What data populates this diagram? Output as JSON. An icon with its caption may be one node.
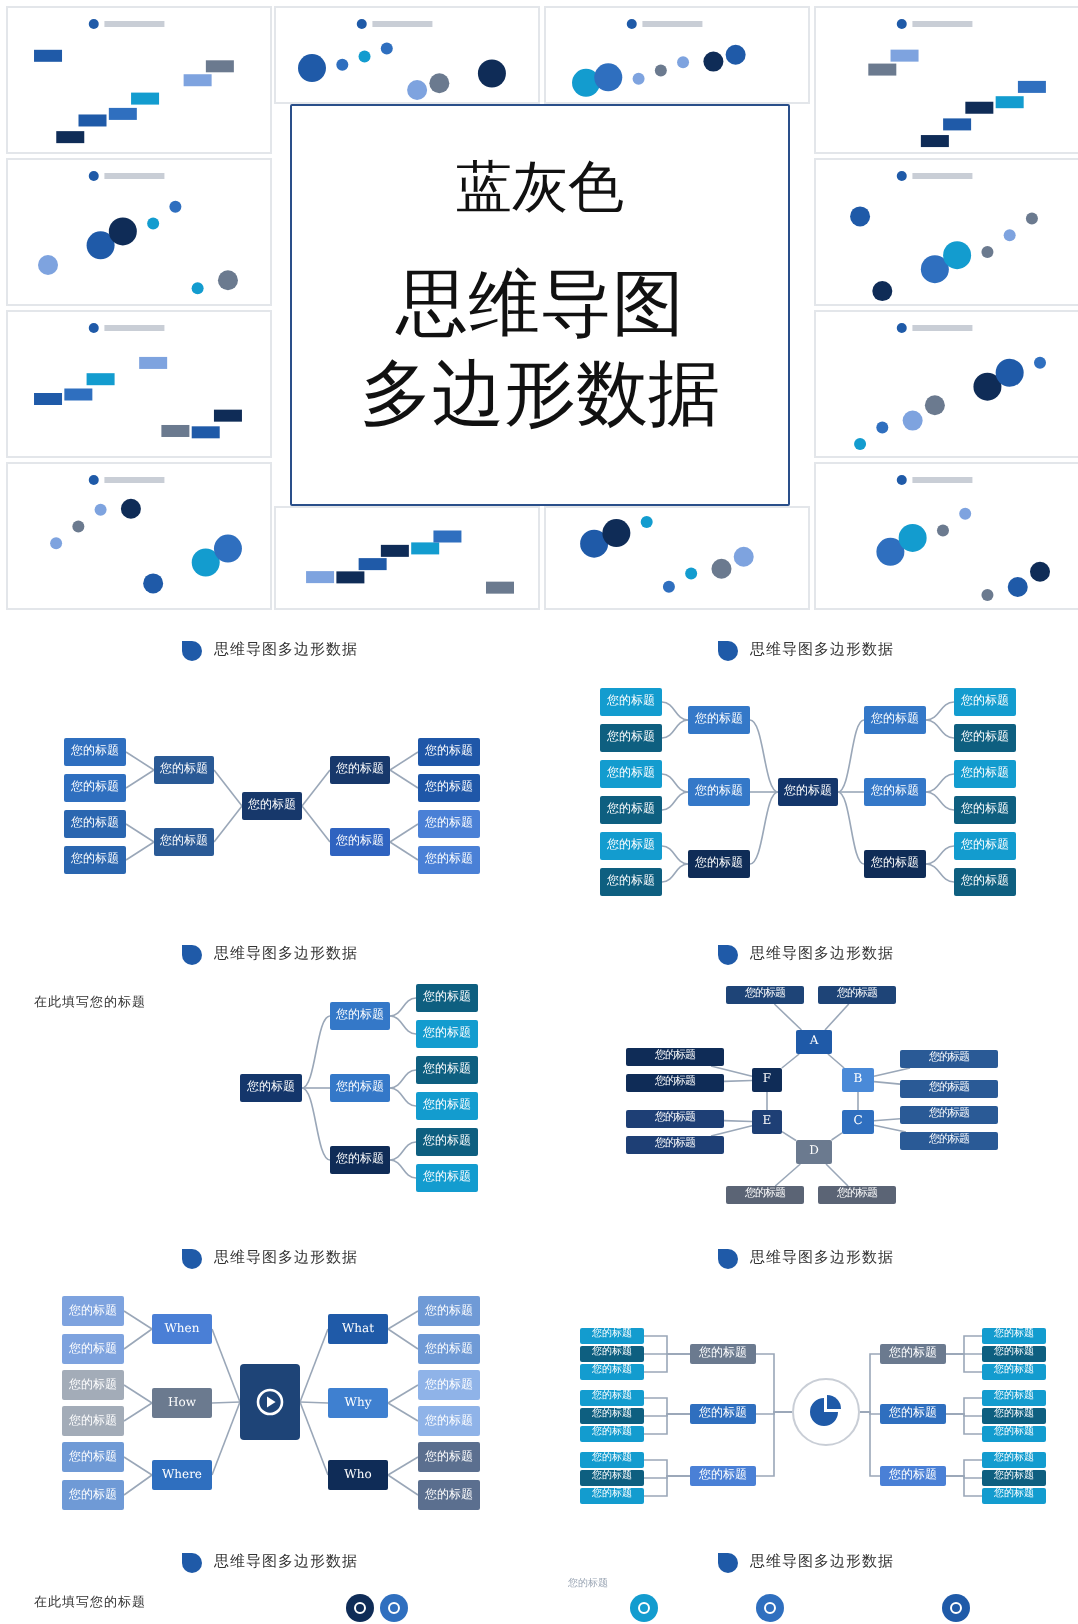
{
  "diagram": {
    "nodes": [
      {
        "text": [
          "蓝灰色",
          "思维导图",
          "多边形数据"
        ]
      },
      {
        "text": [
          "您的标题"
        ]
      },
      {
        "text": [
          "您的标题"
        ]
      },
      {
        "text": [
          "您的标题"
        ]
      },
      {
        "text": [
          "您的标题"
        ]
      },
      {
        "text": [
          "您的标题"
        ]
      },
      {
        "text": [
          "您的标题"
        ]
      },
      {
        "text": [
          "您的标题"
        ]
      },
      {
        "text": [
          "您的标题"
        ]
      },
      {
        "text": [
          "您的标题"
        ]
      },
      {
        "text": [
          "您的标题"
        ]
      },
      {
        "text": [
          "您的标题"
        ]
      },
      {
        "text": [
          "您的标题"
        ]
      },
      {
        "text": [
          "您的标题"
        ]
      },
      {
        "text": [
          "您的标题"
        ]
      },
      {
        "text": [
          "您的标题"
        ]
      },
      {
        "text": [
          "您的标题"
        ]
      },
      {
        "text": [
          "您的标题"
        ]
      },
      {
        "text": [
          "您的标题"
        ]
      },
      {
        "text": [
          "您的标题"
        ]
      },
      {
        "text": [
          "您的标题"
        ]
      },
      {
        "text": [
          "您的标题"
        ]
      },
      {
        "text": [
          "您的标题"
        ]
      },
      {
        "text": [
          "您的标题"
        ]
      },
      {
        "text": [
          "您的标题"
        ]
      },
      {
        "text": [
          "您的标题"
        ]
      },
      {
        "text": [
          "您的标题"
        ]
      },
      {
        "text": [
          "您的标题"
        ]
      },
      {
        "text": [
          "您的标题"
        ]
      },
      {
        "text": [
          "您的标题"
        ]
      },
      {
        "text": [
          "您的标题"
        ]
      },
      {
        "text": [
          "您的标题"
        ]
      },
      {
        "text": [
          "您的标题"
        ]
      },
      {
        "text": [
          "您的标题"
        ]
      },
      {
        "text": [
          "您的标题"
        ]
      },
      {
        "text": [
          "您的标题"
        ]
      },
      {
        "text": [
          "您的标题"
        ]
      },
      {
        "text": [
          "您的标题"
        ]
      },
      {
        "text": [
          "您的标题"
        ]
      },
      {
        "text": [
          "您的标题"
        ]
      },
      {
        "text": [
          "您的标题"
        ]
      },
      {
        "text": [
          "您的标题"
        ]
      },
      {
        "text": [
          "您的标题"
        ]
      },
      {
        "text": [
          "您的标题"
        ]
      },
      {
        "text": [
          "您的标题"
        ]
      },
      {
        "text": [
          "A"
        ]
      },
      {
        "text": [
          "您的标题"
        ]
      },
      {
        "text": [
          "您的标题"
        ]
      },
      {
        "text": [
          "F"
        ]
      },
      {
        "text": [
          "B"
        ]
      },
      {
        "text": [
          "您的标题"
        ]
      },
      {
        "text": [
          "您的标题"
        ]
      },
      {
        "text": [
          "您的标题"
        ]
      },
      {
        "text": [
          "您的标题"
        ]
      },
      {
        "text": [
          "E"
        ]
      },
      {
        "text": [
          "C"
        ]
      },
      {
        "text": [
          "您的标题"
        ]
      },
      {
        "text": [
          "您的标题"
        ]
      },
      {
        "text": [
          "D"
        ]
      },
      {
        "text": [
          "您的标题"
        ]
      },
      {
        "text": [
          "您的标题"
        ]
      },
      {
        "text": [
          "您的标题"
        ]
      },
      {
        "text": [
          "您的标题"
        ]
      },
      {
        "text": [
          "您的标题"
        ]
      },
      {
        "text": [
          "您的标题"
        ]
      },
      {
        "text": [
          "您的标题"
        ]
      },
      {
        "text": [
          "您的标题"
        ]
      },
      {
        "text": [
          "When"
        ]
      },
      {
        "text": [
          "How"
        ]
      },
      {
        "text": [
          "Where"
        ]
      },
      {
        "text": [],
        "shape": "box"
      },
      {
        "text": [
          "What"
        ]
      },
      {
        "text": [
          "Why"
        ]
      },
      {
        "text": [
          "Who"
        ]
      },
      {
        "text": [
          "您的标题"
        ]
      },
      {
        "text": [
          "您的标题"
        ]
      },
      {
        "text": [
          "您的标题"
        ]
      },
      {
        "text": [
          "您的标题"
        ]
      },
      {
        "text": [
          "您的标题"
        ]
      },
      {
        "text": [
          "您的标题"
        ]
      },
      {
        "text": [
          "您的标题"
        ]
      },
      {
        "text": [
          "您的标题"
        ]
      },
      {
        "text": [
          "您的标题"
        ]
      },
      {
        "text": [
          "您的标题"
        ]
      },
      {
        "text": [
          "您的标题"
        ]
      },
      {
        "text": [
          "您的标题"
        ]
      },
      {
        "text": [
          "您的标题"
        ]
      },
      {
        "text": [
          "您的标题"
        ]
      },
      {
        "text": [
          "您的标题"
        ]
      },
      {
        "text": [
          "您的标题"
        ]
      },
      {
        "text": [
          "您的标题"
        ]
      },
      {
        "text": [
          "您的标题"
        ]
      },
      {
        "text": [],
        "shape": "circle"
      },
      {
        "text": [
          "您的标题"
        ]
      },
      {
        "text": [
          "您的标题"
        ]
      },
      {
        "text": [
          "您的标题"
        ]
      },
      {
        "text": [
          "您的标题"
        ]
      },
      {
        "text": [
          "您的标题"
        ]
      },
      {
        "text": [
          "您的标题"
        ]
      },
      {
        "text": [
          "您的标题"
        ]
      },
      {
        "text": [
          "您的标题"
        ]
      },
      {
        "text": [
          "您的标题"
        ]
      },
      {
        "text": [
          "您的标题"
        ]
      },
      {
        "text": [
          "您的标题"
        ]
      },
      {
        "text": [
          "您的标题"
        ]
      }
    ],
    "edges": [
      {
        "from": 7,
        "to": 5,
        "arrow": "none"
      },
      {
        "from": 7,
        "to": 6,
        "arrow": "none"
      },
      {
        "from": 7,
        "to": 8,
        "arrow": "none"
      },
      {
        "from": 7,
        "to": 9,
        "arrow": "none"
      },
      {
        "from": 5,
        "to": 1,
        "arrow": "none"
      },
      {
        "from": 5,
        "to": 2,
        "arrow": "none"
      },
      {
        "from": 6,
        "to": 3,
        "arrow": "none"
      },
      {
        "from": 6,
        "to": 4,
        "arrow": "none"
      },
      {
        "from": 8,
        "to": 10,
        "arrow": "none"
      },
      {
        "from": 8,
        "to": 11,
        "arrow": "none"
      },
      {
        "from": 9,
        "to": 12,
        "arrow": "none"
      },
      {
        "from": 9,
        "to": 13,
        "arrow": "none"
      },
      {
        "from": 23,
        "to": 20,
        "arrow": "none"
      },
      {
        "from": 23,
        "to": 21,
        "arrow": "none"
      },
      {
        "from": 23,
        "to": 22,
        "arrow": "none"
      },
      {
        "from": 23,
        "to": 24,
        "arrow": "none"
      },
      {
        "from": 23,
        "to": 25,
        "arrow": "none"
      },
      {
        "from": 23,
        "to": 26,
        "arrow": "none"
      },
      {
        "from": 20,
        "to": 14,
        "arrow": "none"
      },
      {
        "from": 20,
        "to": 15,
        "arrow": "none"
      },
      {
        "from": 21,
        "to": 16,
        "arrow": "none"
      },
      {
        "from": 21,
        "to": 17,
        "arrow": "none"
      },
      {
        "from": 22,
        "to": 18,
        "arrow": "none"
      },
      {
        "from": 22,
        "to": 19,
        "arrow": "none"
      },
      {
        "from": 24,
        "to": 27,
        "arrow": "none"
      },
      {
        "from": 24,
        "to": 28,
        "arrow": "none"
      },
      {
        "from": 25,
        "to": 29,
        "arrow": "none"
      },
      {
        "from": 25,
        "to": 30,
        "arrow": "none"
      },
      {
        "from": 26,
        "to": 31,
        "arrow": "none"
      },
      {
        "from": 26,
        "to": 32,
        "arrow": "none"
      },
      {
        "from": 33,
        "to": 34,
        "arrow": "none"
      },
      {
        "from": 33,
        "to": 35,
        "arrow": "none"
      },
      {
        "from": 33,
        "to": 36,
        "arrow": "none"
      },
      {
        "from": 34,
        "to": 37,
        "arrow": "none"
      },
      {
        "from": 34,
        "to": 38,
        "arrow": "none"
      },
      {
        "from": 35,
        "to": 39,
        "arrow": "none"
      },
      {
        "from": 35,
        "to": 40,
        "arrow": "none"
      },
      {
        "from": 36,
        "to": 41,
        "arrow": "none"
      },
      {
        "from": 36,
        "to": 42,
        "arrow": "none"
      },
      {
        "from": 45,
        "to": 43,
        "arrow": "none"
      },
      {
        "from": 45,
        "to": 44,
        "arrow": "none"
      },
      {
        "from": 48,
        "to": 46,
        "arrow": "none"
      },
      {
        "from": 48,
        "to": 47,
        "arrow": "none"
      },
      {
        "from": 49,
        "to": 50,
        "arrow": "none"
      },
      {
        "from": 49,
        "to": 51,
        "arrow": "none"
      },
      {
        "from": 54,
        "to": 52,
        "arrow": "none"
      },
      {
        "from": 54,
        "to": 53,
        "arrow": "none"
      },
      {
        "from": 55,
        "to": 56,
        "arrow": "none"
      },
      {
        "from": 55,
        "to": 57,
        "arrow": "none"
      },
      {
        "from": 58,
        "to": 59,
        "arrow": "none"
      },
      {
        "from": 58,
        "to": 60,
        "arrow": "none"
      },
      {
        "from": 45,
        "to": 49,
        "arrow": "none"
      },
      {
        "from": 49,
        "to": 55,
        "arrow": "none"
      },
      {
        "from": 55,
        "to": 58,
        "arrow": "none"
      },
      {
        "from": 58,
        "to": 54,
        "arrow": "none"
      },
      {
        "from": 54,
        "to": 48,
        "arrow": "none"
      },
      {
        "from": 48,
        "to": 45,
        "arrow": "none"
      },
      {
        "from": 70,
        "to": 67,
        "arrow": "none"
      },
      {
        "from": 70,
        "to": 68,
        "arrow": "none"
      },
      {
        "from": 70,
        "to": 69,
        "arrow": "none"
      },
      {
        "from": 70,
        "to": 71,
        "arrow": "none"
      },
      {
        "from": 70,
        "to": 72,
        "arrow": "none"
      },
      {
        "from": 70,
        "to": 73,
        "arrow": "none"
      },
      {
        "from": 67,
        "to": 61,
        "arrow": "none"
      },
      {
        "from": 67,
        "to": 62,
        "arrow": "none"
      },
      {
        "from": 68,
        "to": 63,
        "arrow": "none"
      },
      {
        "from": 68,
        "to": 64,
        "arrow": "none"
      },
      {
        "from": 69,
        "to": 65,
        "arrow": "none"
      },
      {
        "from": 69,
        "to": 66,
        "arrow": "none"
      },
      {
        "from": 71,
        "to": 74,
        "arrow": "none"
      },
      {
        "from": 71,
        "to": 75,
        "arrow": "none"
      },
      {
        "from": 72,
        "to": 76,
        "arrow": "none"
      },
      {
        "from": 72,
        "to": 77,
        "arrow": "none"
      },
      {
        "from": 73,
        "to": 78,
        "arrow": "none"
      },
      {
        "from": 73,
        "to": 79,
        "arrow": "none"
      },
      {
        "from": 92,
        "to": 89,
        "arrow": "none"
      },
      {
        "from": 92,
        "to": 90,
        "arrow": "none"
      },
      {
        "from": 92,
        "to": 91,
        "arrow": "none"
      },
      {
        "from": 92,
        "to": 93,
        "arrow": "none"
      },
      {
        "from": 92,
        "to": 94,
        "arrow": "none"
      },
      {
        "from": 92,
        "to": 95,
        "arrow": "none"
      },
      {
        "from": 89,
        "to": 80,
        "arrow": "none"
      },
      {
        "from": 89,
        "to": 81,
        "arrow": "none"
      },
      {
        "from": 89,
        "to": 82,
        "arrow": "none"
      },
      {
        "from": 90,
        "to": 83,
        "arrow": "none"
      },
      {
        "from": 90,
        "to": 84,
        "arrow": "none"
      },
      {
        "from": 90,
        "to": 85,
        "arrow": "none"
      },
      {
        "from": 91,
        "to": 86,
        "arrow": "none"
      },
      {
        "from": 91,
        "to": 87,
        "arrow": "none"
      },
      {
        "from": 91,
        "to": 88,
        "arrow": "none"
      },
      {
        "from": 93,
        "to": 96,
        "arrow": "none"
      },
      {
        "from": 93,
        "to": 97,
        "arrow": "none"
      },
      {
        "from": 93,
        "to": 98,
        "arrow": "none"
      },
      {
        "from": 94,
        "to": 99,
        "arrow": "none"
      },
      {
        "from": 94,
        "to": 100,
        "arrow": "none"
      },
      {
        "from": 94,
        "to": 101,
        "arrow": "none"
      },
      {
        "from": 95,
        "to": 102,
        "arrow": "none"
      },
      {
        "from": 95,
        "to": 103,
        "arrow": "none"
      },
      {
        "from": 95,
        "to": 104,
        "arrow": "none"
      }
    ],
    "labels": [
      "思维导图多边形数据",
      "思维导图多边形数据",
      "思维导图多边形数据",
      "思维导图多边形数据",
      "在此填写您的标题",
      "思维导图多边形数据",
      "思维导图多边形数据",
      "思维导图多边形数据",
      "思维导图多边形数据",
      "您的标题",
      "在此填写您的标题"
    ]
  }
}
